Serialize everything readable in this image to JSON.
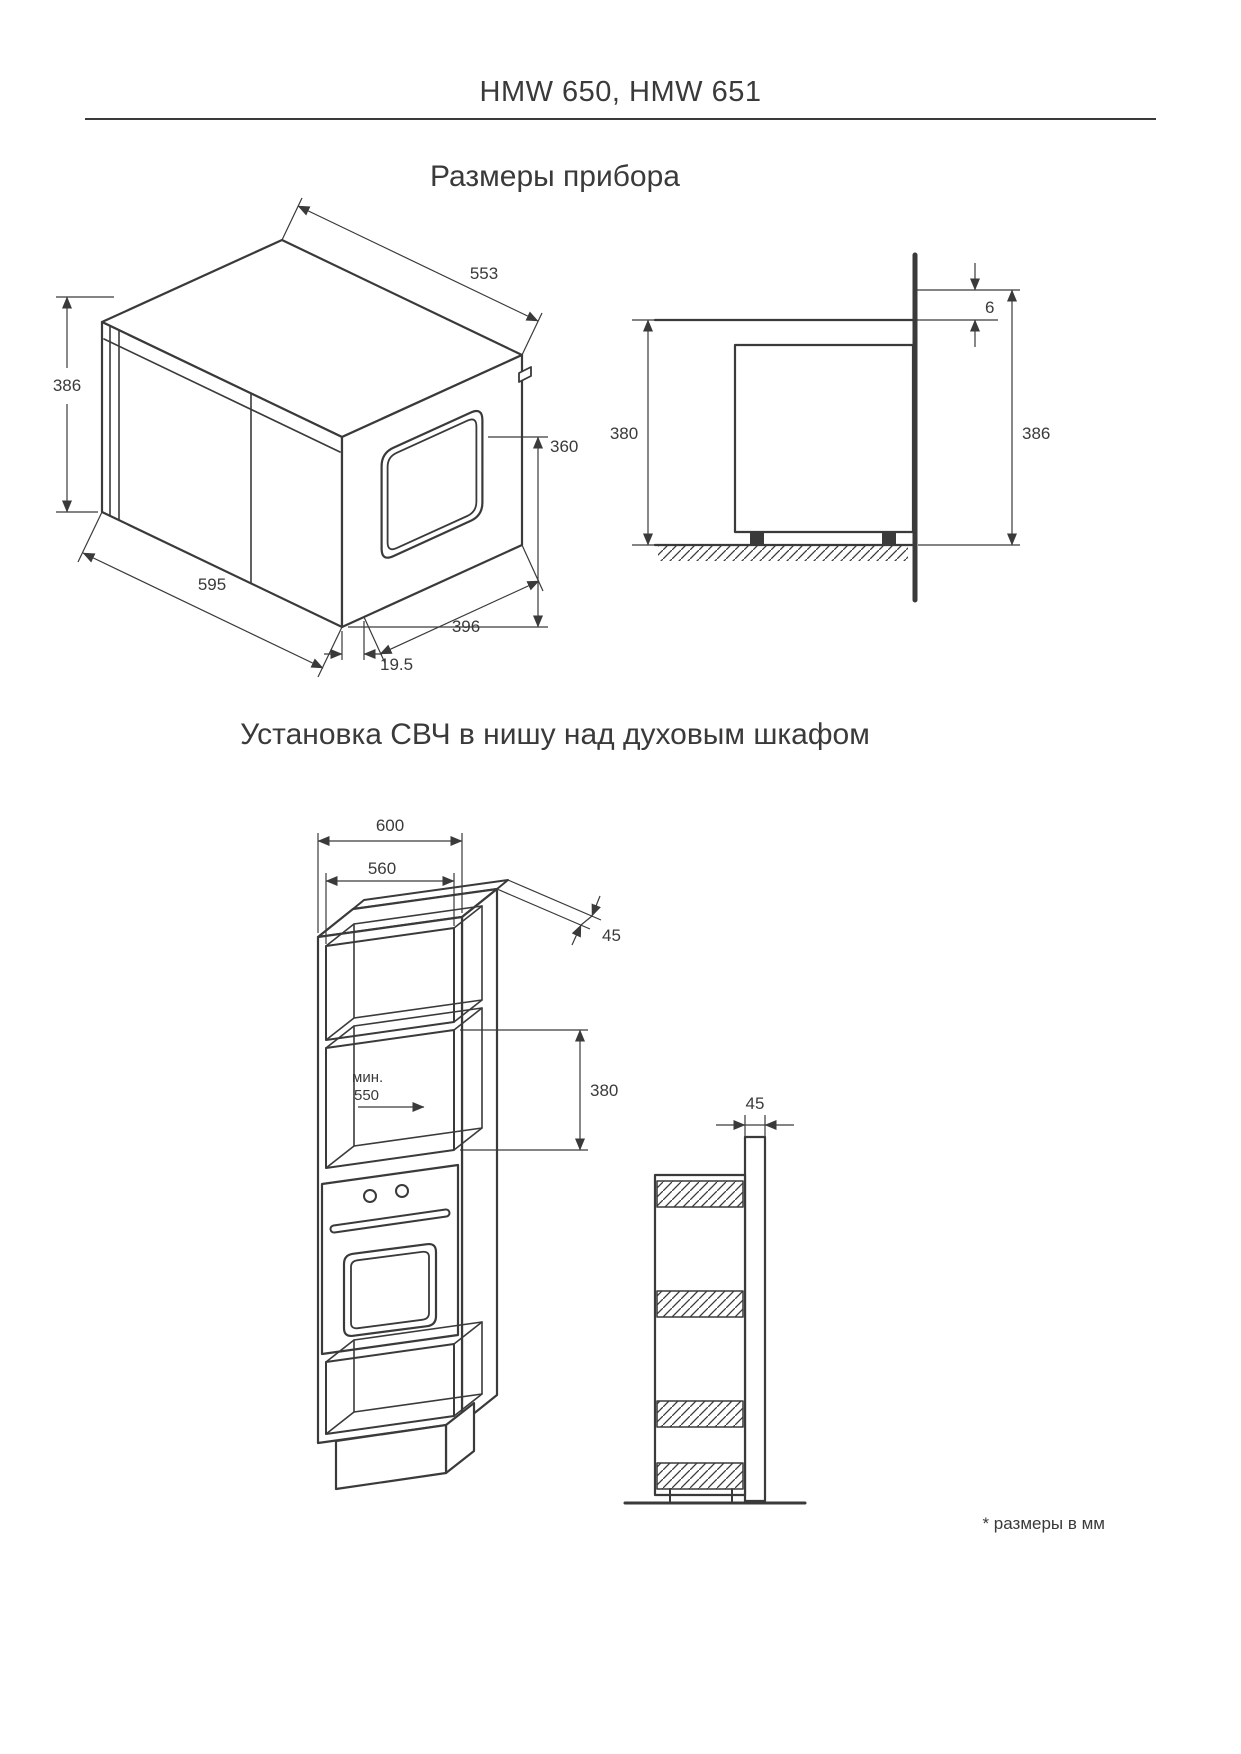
{
  "header": {
    "title": "HMW 650, HMW 651"
  },
  "sections": {
    "device_dimensions": {
      "title": "Размеры прибора"
    },
    "installation": {
      "title": "Установка СВЧ в нишу над духовым шкафом"
    }
  },
  "iso_view": {
    "top_width": "553",
    "total_height": "386",
    "body_height": "360",
    "front_width": "595",
    "frame_depth": "19.5",
    "body_depth": "396"
  },
  "section_view": {
    "top_gap": "6",
    "niche_height": "380",
    "total_height": "386"
  },
  "cabinet_view": {
    "outer_width": "600",
    "inner_width": "560",
    "rear_gap": "45",
    "min_depth_label": "мин.",
    "min_depth_value": "550",
    "niche_height": "380"
  },
  "side_view": {
    "rear_gap": "45"
  },
  "footnote": "* размеры в мм"
}
